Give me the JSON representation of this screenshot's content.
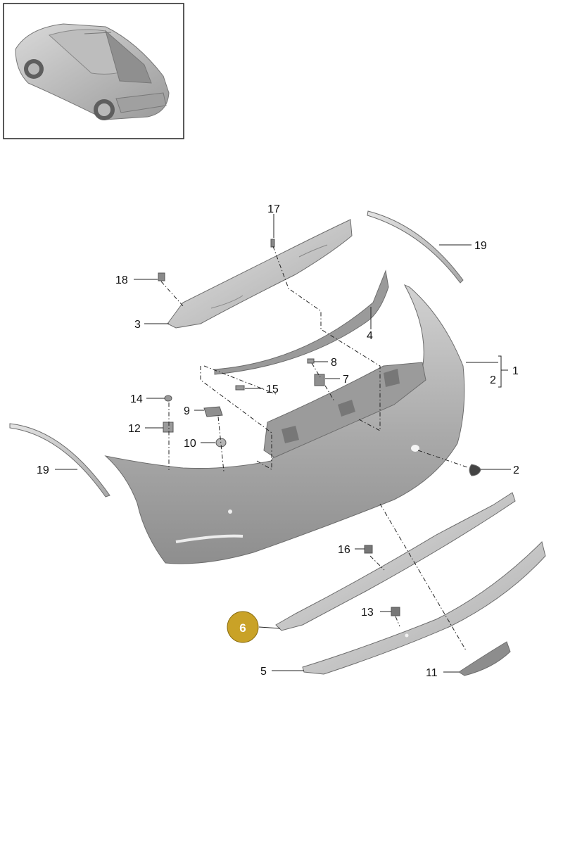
{
  "diagram": {
    "highlight_color": "#c9a227",
    "callouts": [
      {
        "id": "c17",
        "text": "17"
      },
      {
        "id": "c19a",
        "text": "19"
      },
      {
        "id": "c18",
        "text": "18"
      },
      {
        "id": "c3",
        "text": "3"
      },
      {
        "id": "c4",
        "text": "4"
      },
      {
        "id": "c8",
        "text": "8"
      },
      {
        "id": "c7",
        "text": "7"
      },
      {
        "id": "c1",
        "text": "1"
      },
      {
        "id": "c2a",
        "text": "2"
      },
      {
        "id": "c15",
        "text": "15"
      },
      {
        "id": "c14",
        "text": "14"
      },
      {
        "id": "c9",
        "text": "9"
      },
      {
        "id": "c12",
        "text": "12"
      },
      {
        "id": "c10",
        "text": "10"
      },
      {
        "id": "c19b",
        "text": "19"
      },
      {
        "id": "c2b",
        "text": "2"
      },
      {
        "id": "c16",
        "text": "16"
      },
      {
        "id": "c6",
        "text": "6",
        "highlighted": true
      },
      {
        "id": "c13",
        "text": "13"
      },
      {
        "id": "c5",
        "text": "5"
      },
      {
        "id": "c11",
        "text": "11"
      }
    ]
  }
}
